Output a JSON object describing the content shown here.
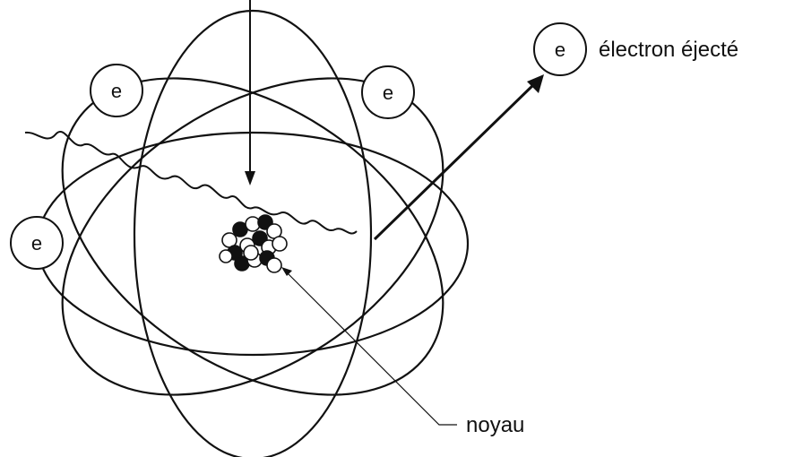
{
  "diagram": {
    "electron_symbol": "e",
    "labels": {
      "ejected_electron": "électron éjecté",
      "nucleus": "noyau"
    }
  }
}
